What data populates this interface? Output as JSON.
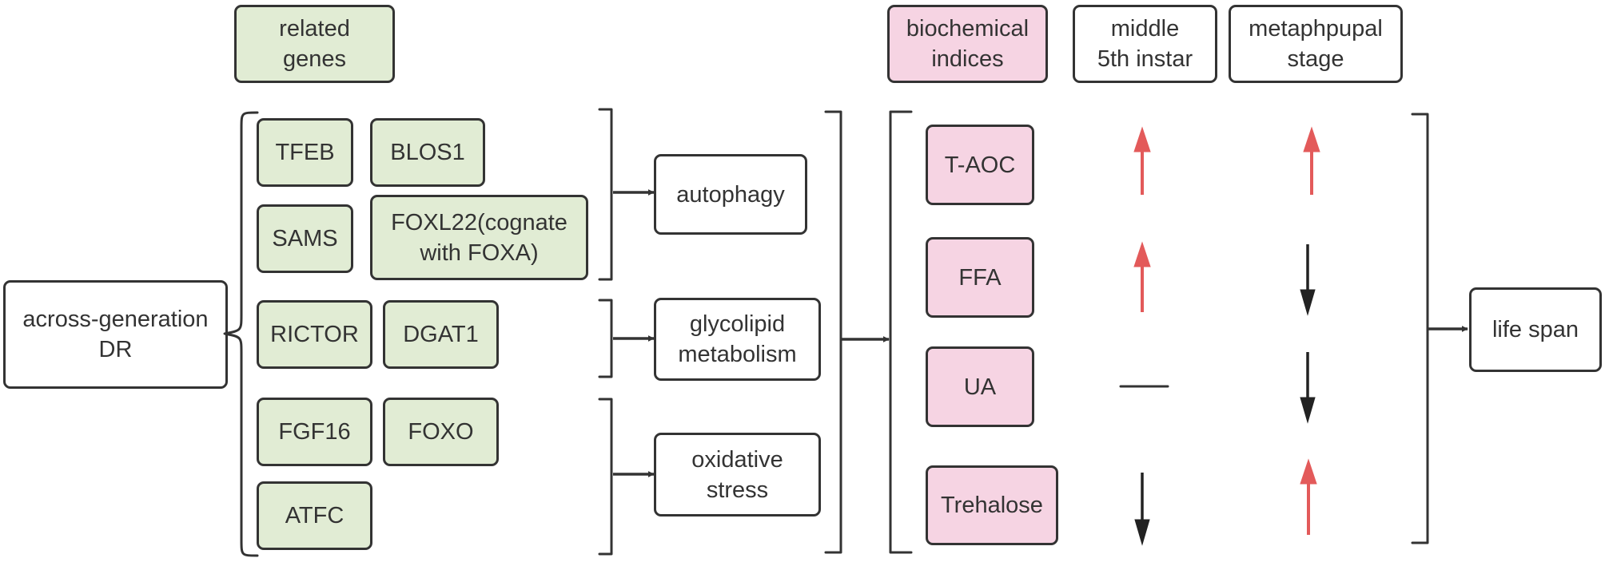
{
  "colors": {
    "gene_fill": "#e1ecd4",
    "index_fill": "#f6d4e3",
    "outline": "#333333",
    "increase_arrow": "#e35a5a",
    "decrease_arrow": "#222222"
  },
  "header": {
    "related_genes": "related\ngenes",
    "biochemical_indices": "biochemical\nindices",
    "middle_instar": "middle\n5th instar",
    "metapupal": "metaphpupal\nstage"
  },
  "source": {
    "label": "across-generation\nDR"
  },
  "genes": {
    "tfeb": "TFEB",
    "blos1": "BLOS1",
    "sams": "SAMS",
    "foxl22": "FOXL22(cognate\nwith FOXA)",
    "rictor": "RICTOR",
    "dgat1": "DGAT1",
    "fgf16": "FGF16",
    "foxo": "FOXO",
    "atfc": "ATFC"
  },
  "processes": {
    "autophagy": "autophagy",
    "glycolipid": "glycolipid\nmetabolism",
    "oxidative": "oxidative\nstress"
  },
  "indices": {
    "taoc": "T-AOC",
    "ffa": "FFA",
    "ua": "UA",
    "trehalose": "Trehalose"
  },
  "changes": {
    "middle_instar": {
      "T-AOC": "increase",
      "FFA": "increase",
      "UA": "no change",
      "Trehalose": "decrease"
    },
    "metapupal": {
      "T-AOC": "increase",
      "FFA": "decrease",
      "UA": "decrease",
      "Trehalose": "increase"
    }
  },
  "outcome": {
    "label": "life span"
  }
}
